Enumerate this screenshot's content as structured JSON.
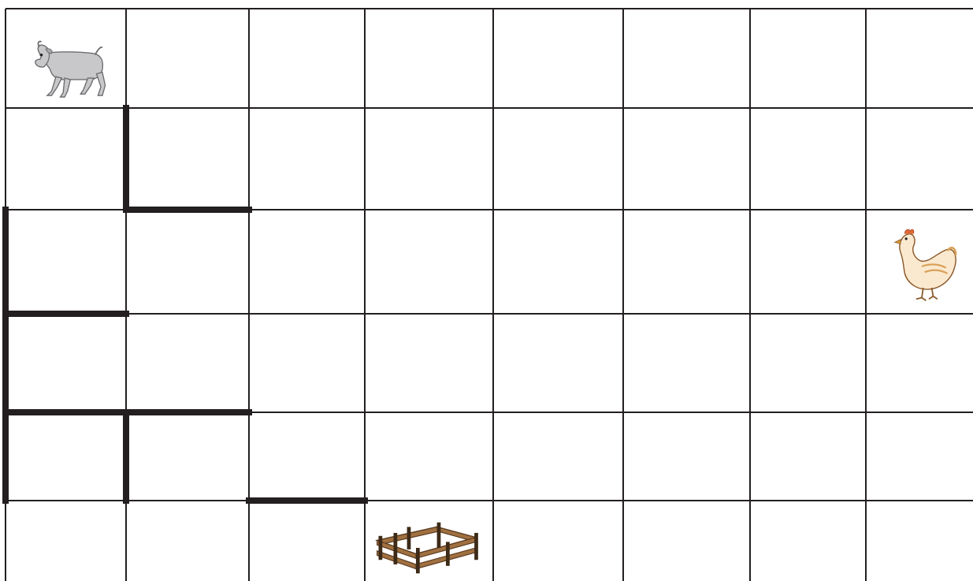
{
  "grid": {
    "rows": 6,
    "cols": 8,
    "line_color": "#231f20",
    "wall_color": "#231f20"
  },
  "walls": [
    {
      "side": "left",
      "row": 1,
      "col": 1
    },
    {
      "side": "bottom",
      "row": 1,
      "col": 1
    },
    {
      "side": "left",
      "row": 2,
      "col": 0
    },
    {
      "side": "bottom",
      "row": 2,
      "col": 0
    },
    {
      "side": "left",
      "row": 3,
      "col": 0
    },
    {
      "side": "bottom",
      "row": 3,
      "col": 0
    },
    {
      "side": "bottom",
      "row": 3,
      "col": 1
    },
    {
      "side": "left",
      "row": 4,
      "col": 0
    },
    {
      "side": "left",
      "row": 4,
      "col": 1
    },
    {
      "side": "bottom",
      "row": 4,
      "col": 2
    }
  ],
  "pieces": [
    {
      "name": "goat",
      "icon": "goat-icon",
      "row": 0,
      "col": 0
    },
    {
      "name": "chicken",
      "icon": "chicken-icon",
      "row": 2,
      "col": 7
    },
    {
      "name": "fence",
      "icon": "fence-icon",
      "row": 5,
      "col": 3
    }
  ]
}
